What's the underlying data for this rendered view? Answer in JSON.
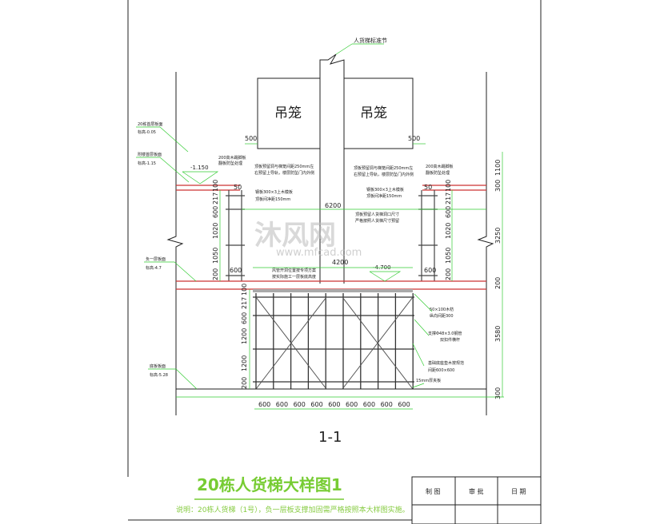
{
  "drawing": {
    "mast_label": "人货梯标准节",
    "cage_left": "吊笼",
    "cage_right": "吊笼",
    "levels": [
      {
        "name": "20栋首层板面",
        "elev": "标高-0.05"
      },
      {
        "name": "附楼首层板面",
        "elev": "标高-1.15"
      },
      {
        "name": "负一层板面",
        "elev": "标高-4.7"
      },
      {
        "name": "底板板面",
        "elev": "标高-5.28"
      }
    ],
    "elev_mark": "-1.150",
    "elev_mark2": "-4.700",
    "notes": {
      "skirting_left": [
        "200高木踢脚板",
        "翻板防坠处理"
      ],
      "skirting_right": [
        "200高木踢脚板",
        "翻板防坠处理"
      ],
      "gap_left": [
        "顶板预留洞与梯笼间距250mm左",
        "右预留上导轨，楼层防坠门内外侧"
      ],
      "gap_right": [
        "顶板预留洞与梯笼间距250mm左",
        "右预留上导轨，楼层防坠门内外侧"
      ],
      "plate_left": [
        "钢板300×3上木模板",
        "顶板间净距150mm"
      ],
      "plate_right": [
        "钢板300×3上木模板",
        "顶板间净距150mm"
      ],
      "opening": [
        "顶板预留人货梯洞口尺寸",
        "严格按照人货梯尺寸预留"
      ],
      "duct": [
        "风管开洞位置按专项方案",
        "按实际施工一层板底高度"
      ],
      "timber": [
        "50×100木枋",
        "纵向间距300"
      ],
      "pipe": [
        "支撑Φ48×3.0钢管",
        "双扣件横杆"
      ],
      "base": [
        "基础底座垫木按规范",
        "间距600×600"
      ],
      "ply": "15mm厚夹板"
    },
    "dims": {
      "d500a": "500",
      "d500b": "500",
      "d6200": "6200",
      "d4200": "4200",
      "d50a": "50",
      "d50b": "50",
      "d600a": "600",
      "d600b": "600",
      "left_small": [
        "100",
        "217",
        "600",
        "1020",
        "1050",
        "200"
      ],
      "right_small": [
        "100",
        "217",
        "600",
        "1020",
        "1050",
        "200"
      ],
      "big_left": [
        "100",
        "217",
        "600",
        "1200",
        "1200",
        "200"
      ],
      "right": [
        "1100",
        "300",
        "3250",
        "200",
        "3580",
        "300"
      ],
      "bottom": [
        "600",
        "600",
        "600",
        "600",
        "600",
        "600",
        "600",
        "600",
        "600"
      ]
    },
    "section_label": "1-1",
    "watermark": {
      "text": "沐风网",
      "url": "www.mfcad.com"
    }
  },
  "title": "20栋人货梯大样图1",
  "note": "说明：20栋人货梯（1号），负一层板支撑加固需严格按照本大样图实施。",
  "title_block": {
    "headers": [
      "制 图",
      "审 批",
      "日 期"
    ]
  }
}
